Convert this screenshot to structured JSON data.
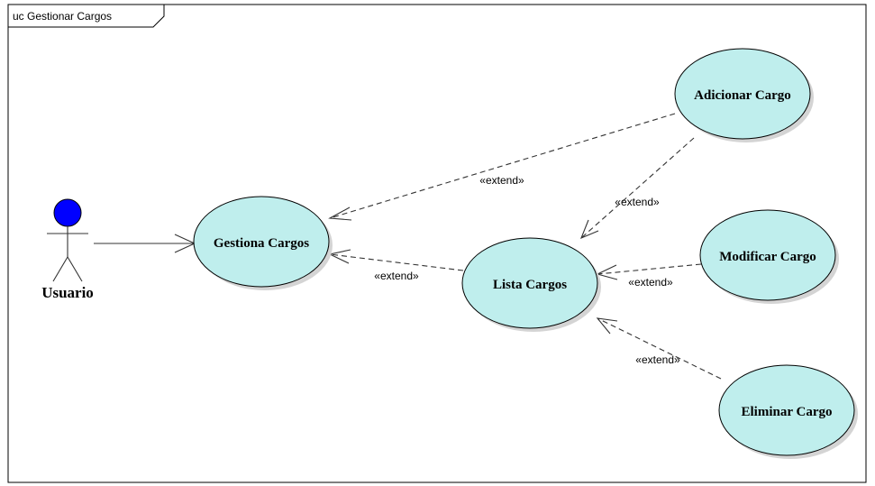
{
  "frame": {
    "title": "uc Gestionar Cargos"
  },
  "actor": {
    "name": "Usuario",
    "head_color": "#0000ff"
  },
  "usecases": {
    "gestiona": "Gestiona Cargos",
    "lista": "Lista Cargos",
    "adicionar": "Adicionar Cargo",
    "modificar": "Modificar Cargo",
    "eliminar": "Eliminar Cargo"
  },
  "relations": {
    "adicionar_to_gestiona": "«extend»",
    "adicionar_to_lista": "«extend»",
    "lista_to_gestiona": "«extend»",
    "modificar_to_lista": "«extend»",
    "eliminar_to_lista": "«extend»"
  },
  "colors": {
    "usecase_fill": "#bfeeed"
  }
}
